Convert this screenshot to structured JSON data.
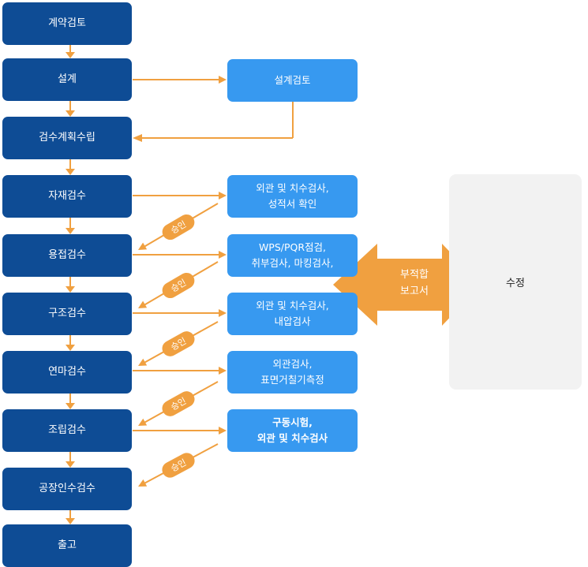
{
  "process_steps": [
    {
      "id": "contract-review",
      "label": "계약검토"
    },
    {
      "id": "design",
      "label": "설계"
    },
    {
      "id": "inspection-plan",
      "label": "검수계획수립"
    },
    {
      "id": "material-inspection",
      "label": "자재검수"
    },
    {
      "id": "welding-inspection",
      "label": "용접검수"
    },
    {
      "id": "structure-inspection",
      "label": "구조검수"
    },
    {
      "id": "grinding-inspection",
      "label": "연마검수"
    },
    {
      "id": "assembly-inspection",
      "label": "조립검수"
    },
    {
      "id": "factory-acceptance",
      "label": "공장인수검수"
    },
    {
      "id": "shipment",
      "label": "출고"
    }
  ],
  "detail_boxes": [
    {
      "id": "design-review",
      "label": "설계검토"
    },
    {
      "id": "material-check",
      "label": "외관 및 치수검사,\n성적서 확인"
    },
    {
      "id": "welding-check",
      "label": "WPS/PQR점검,\n취부검사, 마킹검사,"
    },
    {
      "id": "structure-check",
      "label": "외관 및 치수검사,\n내압검사"
    },
    {
      "id": "grinding-check",
      "label": "외관검사,\n표면거칠기측정"
    },
    {
      "id": "assembly-check",
      "label": "구동시험,\n외관 및 치수검사"
    }
  ],
  "approval_label": "승인",
  "nonconformity": {
    "label": "부적합\n보고서"
  },
  "correction": {
    "label": "수정"
  },
  "colors": {
    "dark_box": "#0e4c95",
    "light_box": "#3799f0",
    "arrow": "#f0a040",
    "approval": "#f0a040",
    "panel": "#f2f2f2"
  }
}
